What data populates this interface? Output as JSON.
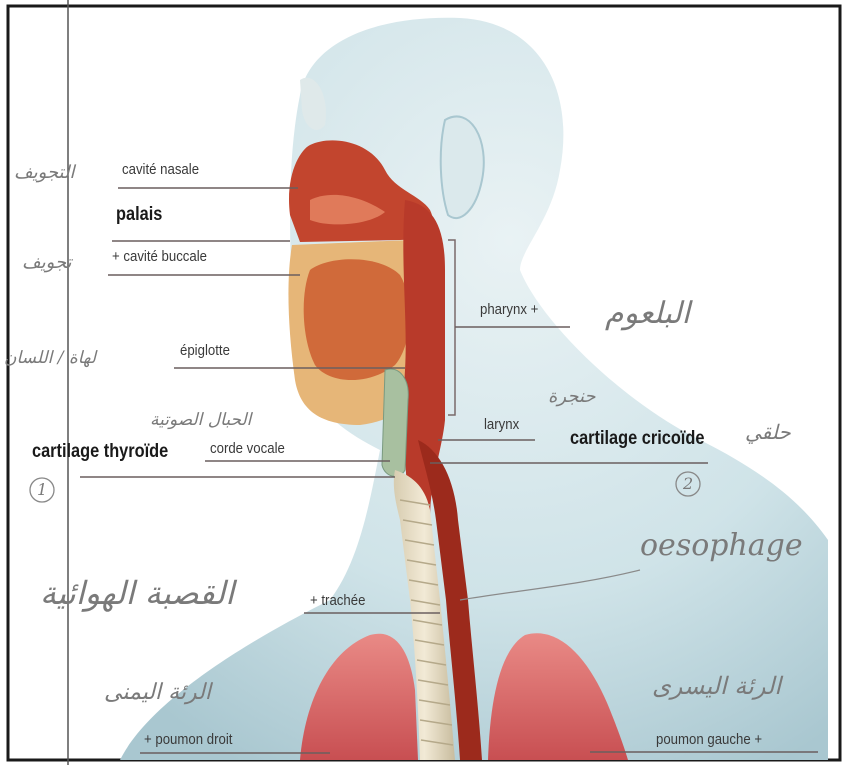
{
  "labels": {
    "cavite_nasale": "cavité nasale",
    "palais": "palais",
    "cavite_buccale": "+ cavité buccale",
    "pharynx": "pharynx +",
    "epiglotte": "épiglotte",
    "larynx": "larynx",
    "cartilage_thyroide": "cartilage thyroïde",
    "corde_vocale": "corde vocale",
    "cartilage_cricoide": "cartilage cricoïde",
    "trachee": "+ trachée",
    "poumon_droit": "+ poumon droit",
    "poumon_gauche": "poumon gauche +"
  },
  "handwriting": {
    "oesophage": "oesophage",
    "num_1": "1",
    "num_2": "2",
    "arabic_nasal": "التجويف",
    "arabic_buccal": "تجويف",
    "arabic_epiglotte": "لهاة / اللسان",
    "arabic_corde": "الحبال الصوتية",
    "arabic_cricoide": "حلقي",
    "arabic_larynx": "حنجرة",
    "arabic_pharynx": "البلعوم",
    "arabic_trachee": "القصبة الهوائية",
    "arabic_poumon_droit": "الرئة اليمنى",
    "arabic_poumon_gauche": "الرئة اليسرى"
  },
  "colors": {
    "skin": "#cfe3e8",
    "nasal": "#c2452e",
    "mouth": "#d9793f",
    "trachea": "#e8ddc4",
    "lung": "#d9686a",
    "esophagus": "#9c2a1c"
  }
}
